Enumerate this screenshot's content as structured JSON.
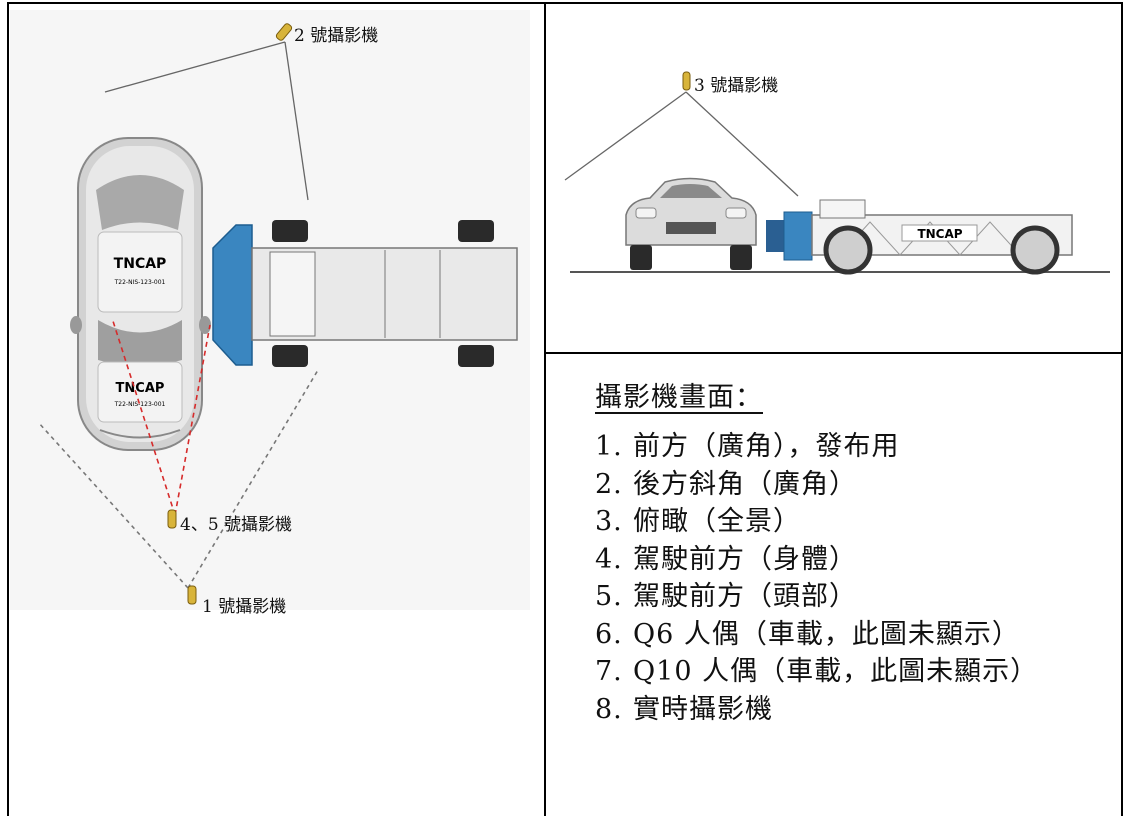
{
  "cameras": {
    "cam1": "1 號攝影機",
    "cam2": "2 號攝影機",
    "cam3": "3 號攝影機",
    "cam45": "4、5 號攝影機"
  },
  "car_logo_top": "TNCAP",
  "car_logo_bottom": "TNCAP",
  "car_plate_top": "T22-NIS-123-001",
  "car_plate_bottom": "T22-NIS-123-001",
  "trolley_logo": "TNCAP",
  "legend": {
    "title": "攝影機畫面：",
    "items": [
      {
        "num": "1.",
        "text": "前方（廣角），發布用"
      },
      {
        "num": "2.",
        "text": "後方斜角（廣角）"
      },
      {
        "num": "3.",
        "text": "俯瞰（全景）"
      },
      {
        "num": "4.",
        "text": "駕駛前方（身體）"
      },
      {
        "num": "5.",
        "text": "駕駛前方（頭部）"
      },
      {
        "num": "6.",
        "text": "Q6 人偶（車載，此圖未顯示）"
      },
      {
        "num": "7.",
        "text": "Q10 人偶（車載，此圖未顯示）"
      },
      {
        "num": "8.",
        "text": "實時攝影機"
      }
    ]
  },
  "colors": {
    "barrier": "#3a86c0",
    "camera": "#d8b43a",
    "car": "#dcdcdc",
    "sightline_red": "#d62b2b"
  }
}
